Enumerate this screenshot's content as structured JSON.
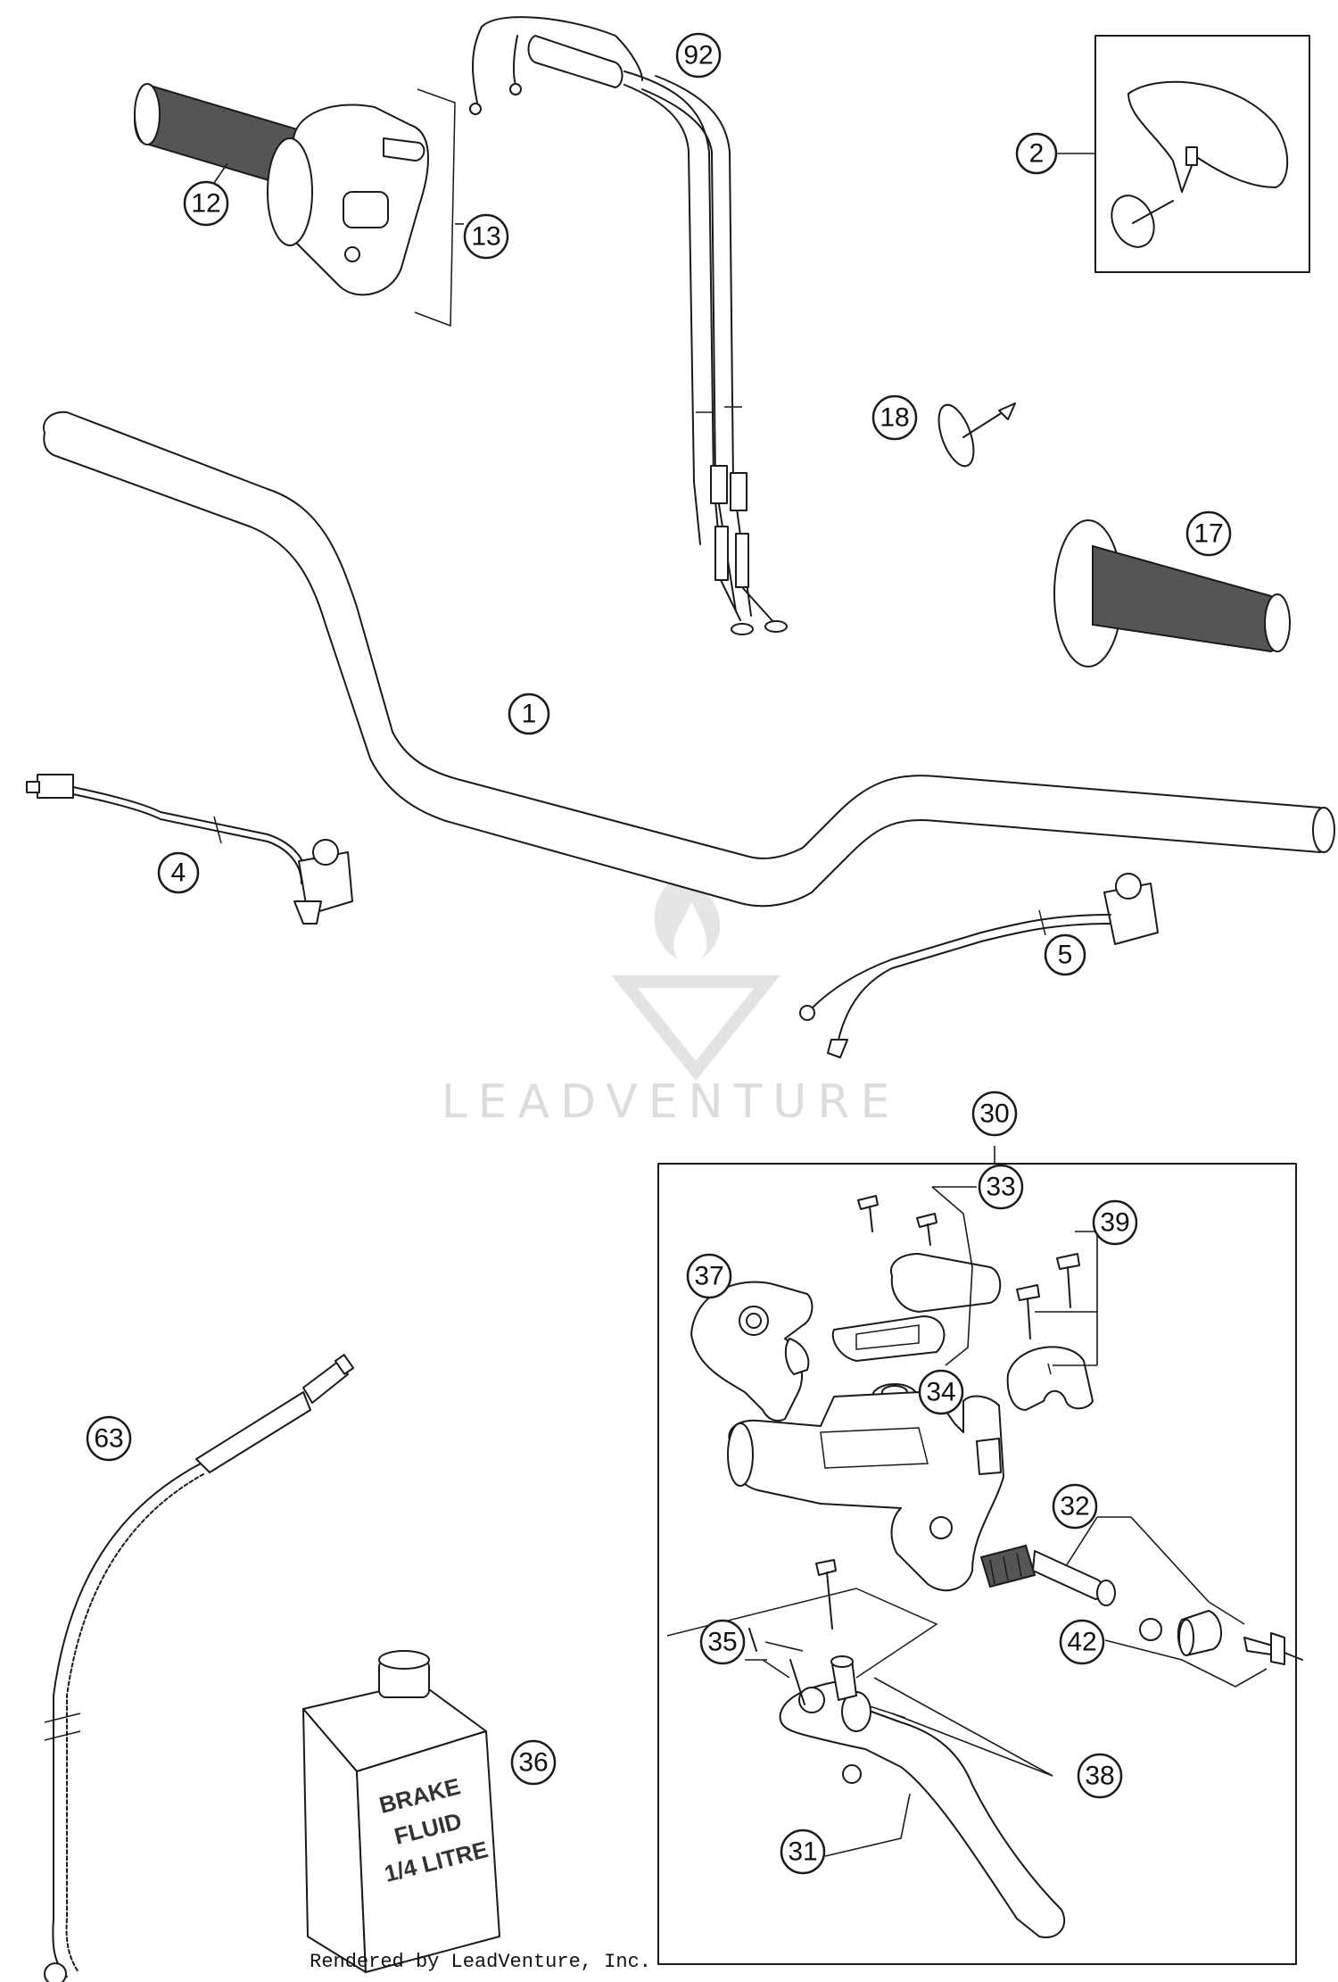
{
  "diagram": {
    "callouts": [
      {
        "id": "c1",
        "number": "1"
      },
      {
        "id": "c2",
        "number": "2"
      },
      {
        "id": "c4",
        "number": "4"
      },
      {
        "id": "c5",
        "number": "5"
      },
      {
        "id": "c12",
        "number": "12"
      },
      {
        "id": "c13",
        "number": "13"
      },
      {
        "id": "c17",
        "number": "17"
      },
      {
        "id": "c18",
        "number": "18"
      },
      {
        "id": "c30",
        "number": "30"
      },
      {
        "id": "c31",
        "number": "31"
      },
      {
        "id": "c32",
        "number": "32"
      },
      {
        "id": "c33",
        "number": "33"
      },
      {
        "id": "c34",
        "number": "34"
      },
      {
        "id": "c35",
        "number": "35"
      },
      {
        "id": "c36",
        "number": "36"
      },
      {
        "id": "c37",
        "number": "37"
      },
      {
        "id": "c38",
        "number": "38"
      },
      {
        "id": "c39",
        "number": "39"
      },
      {
        "id": "c42",
        "number": "42"
      },
      {
        "id": "c63",
        "number": "63"
      },
      {
        "id": "c92",
        "number": "92"
      }
    ],
    "brake_fluid_label": [
      "BRAKE",
      "FLUID",
      "1/4 LITRE"
    ],
    "watermark_text": "LEADVENTURE"
  },
  "footer": {
    "credit": "Rendered by LeadVenture, Inc."
  }
}
